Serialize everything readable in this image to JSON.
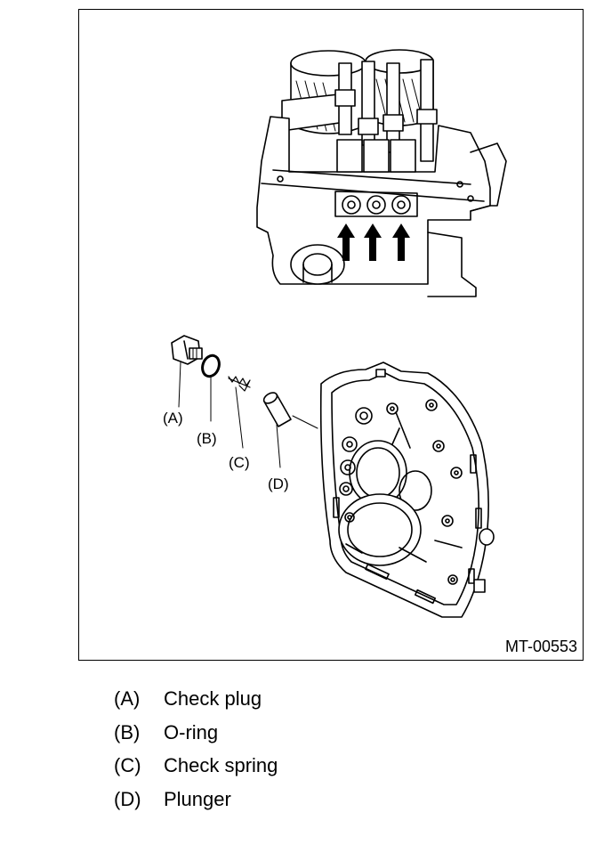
{
  "figure": {
    "id": "MT-00553",
    "callouts": {
      "a": "(A)",
      "b": "(B)",
      "c": "(C)",
      "d": "(D)"
    }
  },
  "legend": [
    {
      "code": "(A)",
      "label": "Check plug"
    },
    {
      "code": "(B)",
      "label": "O-ring"
    },
    {
      "code": "(C)",
      "label": "Check spring"
    },
    {
      "code": "(D)",
      "label": "Plunger"
    }
  ]
}
